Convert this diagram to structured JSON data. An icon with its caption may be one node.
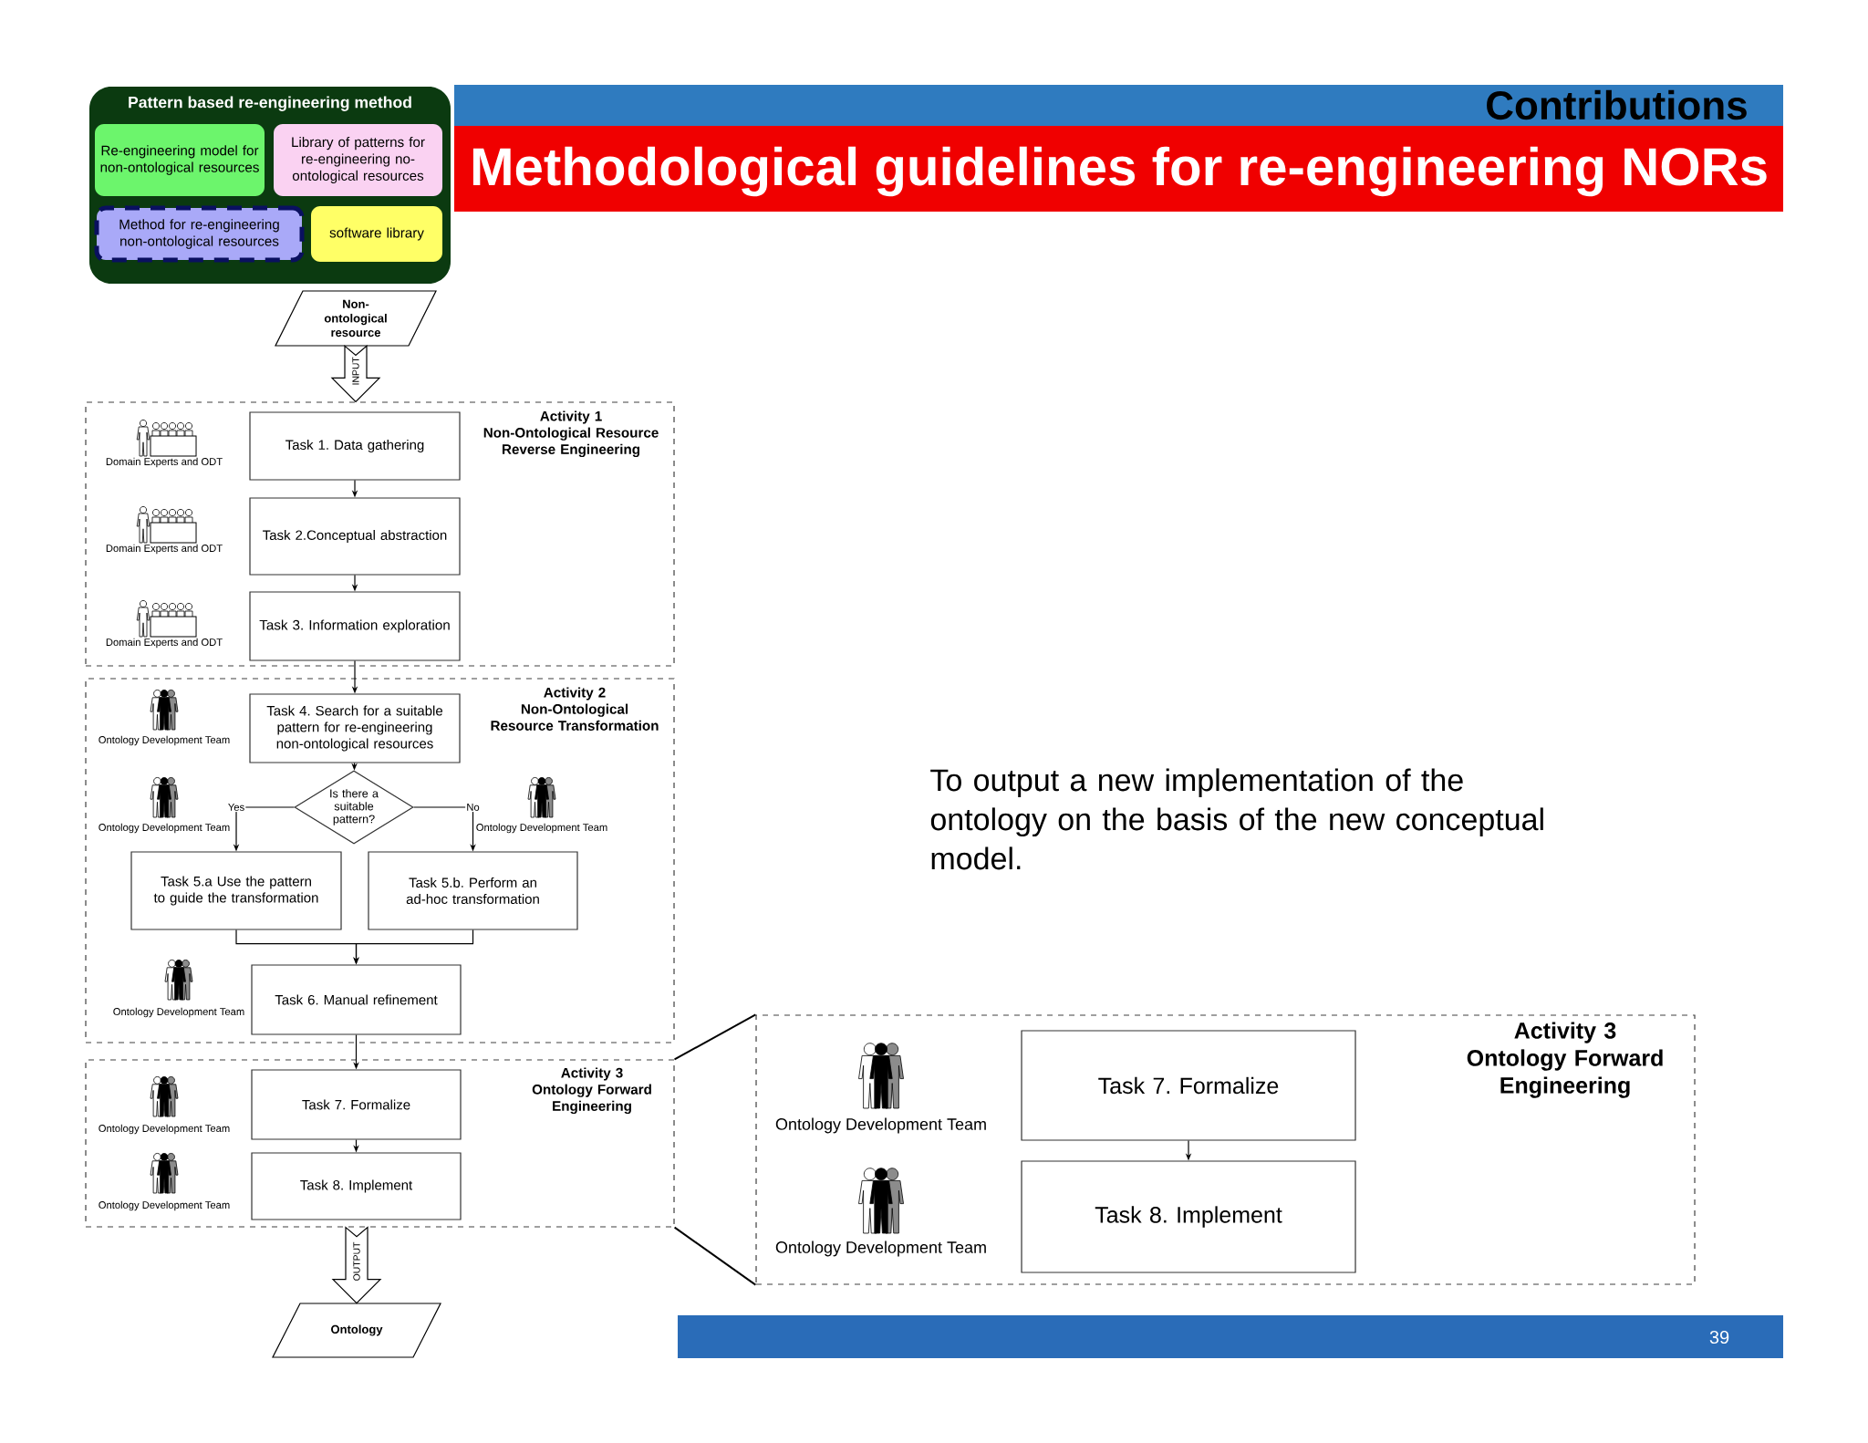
{
  "diagram": {
    "title": "Methodological guidelines for re-engineering NORs",
    "nodes": [
      {
        "text": [
          "Pattern based re-engineering method"
        ]
      },
      {
        "text": [
          "Re-engineering model for non-ontological resources"
        ],
        "in": 0
      },
      {
        "text": [
          "Library of patterns for re-engineering no-ontological resources"
        ],
        "in": 0
      },
      {
        "text": [
          "Method for re-engineering non-ontological resources"
        ],
        "in": 0
      },
      {
        "text": [
          "software library"
        ],
        "in": 0
      },
      {
        "text": [
          "Non-ontological resource"
        ]
      },
      {
        "text": [
          "Activity 1",
          "Non-Ontological Resource Reverse Engineering"
        ]
      },
      {
        "text": [
          "Task 1. Data gathering"
        ],
        "in": 6
      },
      {
        "text": [
          "Task 2.Conceptual abstraction"
        ],
        "in": 6
      },
      {
        "text": [
          "Task 3. Information exploration"
        ],
        "in": 6
      },
      {
        "text": [
          "Activity 2",
          "Non-Ontological Resource Transformation"
        ]
      },
      {
        "text": [
          "Task 4. Search for a suitable pattern for re-engineering non-ontological resources"
        ],
        "in": 10
      },
      {
        "text": [
          "Is there a suitable pattern?"
        ],
        "in": 10
      },
      {
        "text": [
          "Task 5.a Use the pattern to guide the transformation"
        ],
        "in": 10
      },
      {
        "text": [
          "Task 5.b. Perform an ad-hoc transformation"
        ],
        "in": 10
      },
      {
        "text": [
          "Task 6. Manual refinement"
        ],
        "in": 10
      },
      {
        "text": [
          "Activity 3",
          "Ontology Forward Engineering"
        ]
      },
      {
        "text": [
          "Task 7. Formalize"
        ],
        "in": 16
      },
      {
        "text": [
          "Task 8. Implement"
        ],
        "in": 16
      },
      {
        "text": [
          "Ontology"
        ]
      },
      {
        "text": [
          "Activity 3",
          "Ontology Forward Engineering"
        ]
      },
      {
        "text": [
          "Task 7. Formalize"
        ],
        "in": 20
      },
      {
        "text": [
          "Task 8. Implement"
        ],
        "in": 20
      }
    ],
    "edges": [
      {
        "from": 5,
        "to": 6,
        "arrow": "to",
        "label": "INPUT",
        "style": "thick"
      },
      {
        "from": 7,
        "to": 8,
        "arrow": "to"
      },
      {
        "from": 8,
        "to": 9,
        "arrow": "to"
      },
      {
        "from": 9,
        "to": 11,
        "arrow": "to"
      },
      {
        "from": 11,
        "to": 12,
        "arrow": "to"
      },
      {
        "from": 12,
        "to": 13,
        "arrow": "to",
        "label": "Yes"
      },
      {
        "from": 12,
        "to": 14,
        "arrow": "to",
        "label": "No"
      },
      {
        "from": 13,
        "to": 15,
        "arrow": "to"
      },
      {
        "from": 14,
        "to": 15,
        "arrow": "to"
      },
      {
        "from": 15,
        "to": 17,
        "arrow": "to"
      },
      {
        "from": 17,
        "to": 18,
        "arrow": "to"
      },
      {
        "from": 16,
        "to": 19,
        "arrow": "to",
        "label": "OUTPUT",
        "style": "thick"
      },
      {
        "from": 16,
        "to": 20,
        "arrow": "none"
      },
      {
        "from": 16,
        "to": 20,
        "arrow": "none"
      },
      {
        "from": 21,
        "to": 22,
        "arrow": "to"
      }
    ],
    "labels": [
      "Contributions",
      "Domain Experts and ODT",
      "Domain Experts and ODT",
      "Domain Experts and ODT",
      "Ontology Development Team",
      "Ontology Development Team",
      "Ontology Development Team",
      "Ontology Development Team",
      "Ontology Development Team",
      "Ontology Development Team",
      "To output a new implementation of the ontology on the basis of the new conceptual model.",
      "Ontology Development Team",
      "Ontology Development Team",
      "39"
    ]
  }
}
